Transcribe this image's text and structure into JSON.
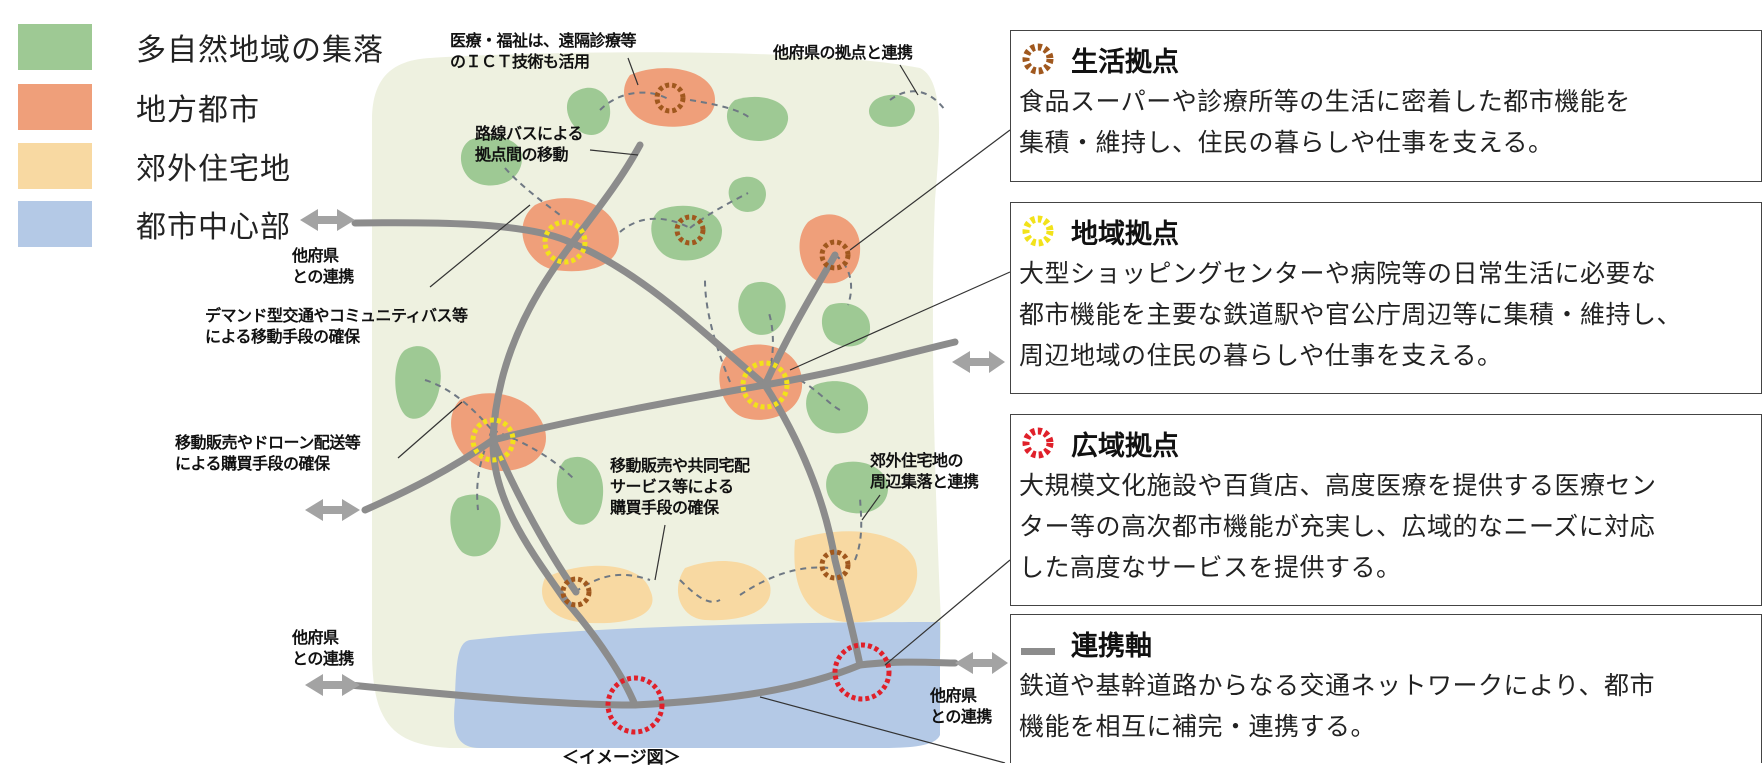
{
  "legend": [
    {
      "label": "多自然地域の集落",
      "color": "#9ec994"
    },
    {
      "label": "地方都市",
      "color": "#ef9f7a"
    },
    {
      "label": "郊外住宅地",
      "color": "#f8d9a2"
    },
    {
      "label": "都市中心部",
      "color": "#b4c9e6"
    }
  ],
  "map_labels": {
    "medical": "医療・福祉は、遠隔診療等\nのＩＣＴ技術も活用",
    "other_pref_hubs": "他府県の拠点と連携",
    "bus": "路線バスによる\n拠点間の移動",
    "other_pref_left_top": "他府県\nとの連携",
    "demand": "デマンド型交通やコミュニティバス等\nによる移動手段の確保",
    "mobile_drone": "移動販売やドローン配送等\nによる購買手段の確保",
    "mobile_coop": "移動販売や共同宅配\nサービス等による\n購買手段の確保",
    "suburb": "郊外住宅地の\n周辺集落と連携",
    "other_pref_left_bottom": "他府県\nとの連携",
    "other_pref_right_bottom": "他府県\nとの連携",
    "caption": "＜イメージ図＞"
  },
  "boxes": [
    {
      "title": "生活拠点",
      "icon": "brown-dashed-circle-icon",
      "color": "#a0581e",
      "lines": [
        "食品スーパーや診療所等の生活に密着した都市機能を",
        "集積・維持し、住民の暮らしや仕事を支える。"
      ]
    },
    {
      "title": "地域拠点",
      "icon": "yellow-dashed-circle-icon",
      "color": "#f2e21a",
      "lines": [
        "大型ショッピングセンターや病院等の日常生活に必要な",
        "都市機能を主要な鉄道駅や官公庁周辺等に集積・維持し、",
        "周辺地域の住民の暮らしや仕事を支える。"
      ]
    },
    {
      "title": "広域拠点",
      "icon": "red-dashed-circle-icon",
      "color": "#e0202a",
      "lines": [
        "大規模文化施設や百貨店、高度医療を提供する医療セン",
        "ター等の高次都市機能が充実し、広域的なニーズに対応",
        "した高度なサービスを提供する。"
      ]
    },
    {
      "title": "連携軸",
      "icon": "gray-bar-icon",
      "color": "#8c8c8c",
      "lines": [
        "鉄道や基幹道路からなる交通ネットワークにより、都市",
        "機能を相互に補完・連携する。"
      ]
    }
  ]
}
